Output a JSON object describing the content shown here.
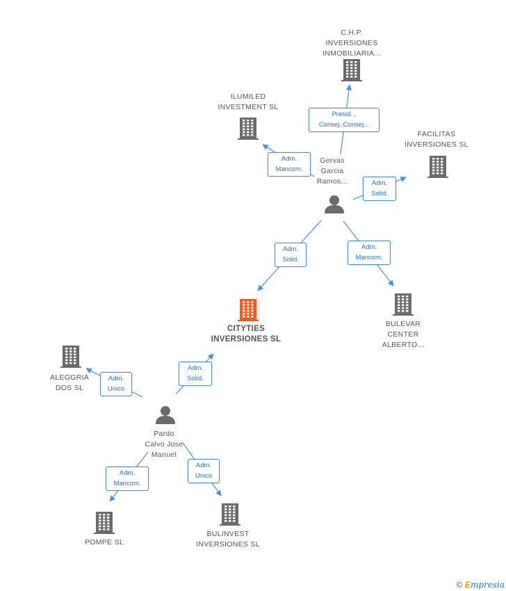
{
  "colors": {
    "company": "#6b6b6b",
    "focus": "#f05a28",
    "person": "#6b6b6b",
    "edge": "#4a90d9",
    "edge_text": "#2a6fb8"
  },
  "nodes": [
    {
      "id": "chp",
      "type": "company",
      "lines": [
        "C.H.P.",
        "INVERSIONES",
        "INMOBILIARIA..."
      ]
    },
    {
      "id": "ilumiled",
      "type": "company",
      "lines": [
        "ILUMILED",
        "INVESTMENT SL"
      ]
    },
    {
      "id": "facilitas",
      "type": "company",
      "lines": [
        "FACILITAS",
        "INVERSIONES SL"
      ]
    },
    {
      "id": "gervas",
      "type": "person",
      "lines": [
        "Gervas",
        "Garcia",
        "Ramos..."
      ]
    },
    {
      "id": "cityties",
      "type": "focus",
      "lines": [
        "CITYTIES",
        "INVERSIONES SL"
      ]
    },
    {
      "id": "bulevar",
      "type": "company",
      "lines": [
        "BULEVAR",
        "CENTER",
        "ALBERTO..."
      ]
    },
    {
      "id": "alleggria",
      "type": "company",
      "lines": [
        "ALEGGRIA",
        "DOS SL"
      ]
    },
    {
      "id": "pardo",
      "type": "person",
      "lines": [
        "Pardo",
        "Calvo Jose",
        "Manuel"
      ]
    },
    {
      "id": "pompe",
      "type": "company",
      "lines": [
        "POMPE SL"
      ]
    },
    {
      "id": "bulinvest",
      "type": "company",
      "lines": [
        "BULINVEST",
        "INVERSIONES SL"
      ]
    }
  ],
  "edges": [
    {
      "from": "gervas",
      "to": "chp",
      "lines": [
        "Presid. ,",
        "Consej.,Consej..."
      ]
    },
    {
      "from": "gervas",
      "to": "ilumiled",
      "lines": [
        "Adm.",
        "Mancom."
      ]
    },
    {
      "from": "gervas",
      "to": "facilitas",
      "lines": [
        "Adm.",
        "Solid."
      ]
    },
    {
      "from": "gervas",
      "to": "cityties",
      "lines": [
        "Adm.",
        "Solid."
      ]
    },
    {
      "from": "gervas",
      "to": "bulevar",
      "lines": [
        "Adm.",
        "Mancom."
      ]
    },
    {
      "from": "pardo",
      "to": "cityties",
      "lines": [
        "Adm.",
        "Solid."
      ]
    },
    {
      "from": "pardo",
      "to": "alleggria",
      "lines": [
        "Adm.",
        "Unico"
      ]
    },
    {
      "from": "pardo",
      "to": "pompe",
      "lines": [
        "Adm.",
        "Mancom."
      ]
    },
    {
      "from": "pardo",
      "to": "bulinvest",
      "lines": [
        "Adm.",
        "Unico"
      ]
    }
  ],
  "footer": {
    "copyright": "©",
    "brand_first": "E",
    "brand_rest": "mpresia"
  }
}
